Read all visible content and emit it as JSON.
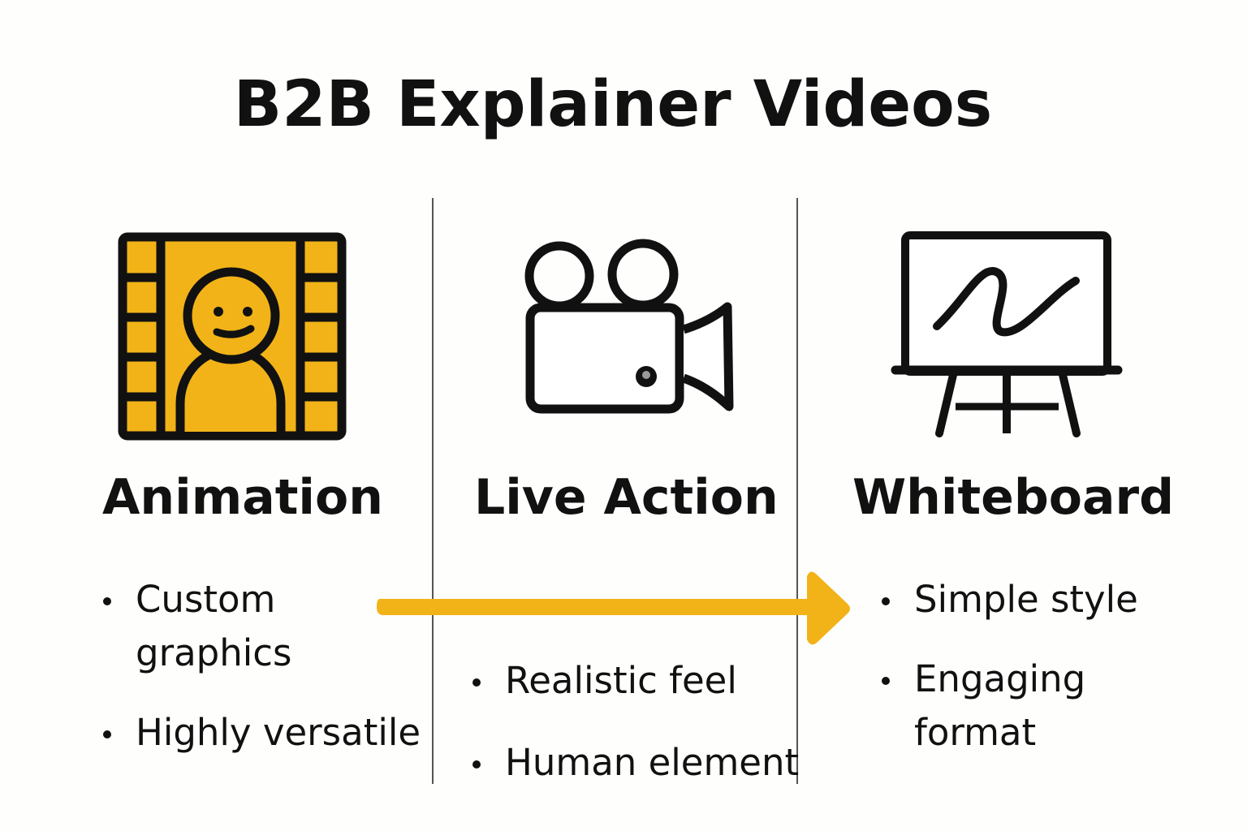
{
  "title": "B2B Explainer Videos",
  "colors": {
    "accent": "#F2B318",
    "ink": "#111111",
    "background": "#FEFEFC",
    "divider": "#555555"
  },
  "columns": [
    {
      "icon": "film-strip-smiley-icon",
      "heading": "Animation",
      "bullets": [
        "Custom graphics",
        "Highly versatile"
      ],
      "bullet_lines": [
        [
          "Custom",
          "graphics"
        ],
        [
          "Highly versatile"
        ]
      ]
    },
    {
      "icon": "video-camera-icon",
      "heading": "Live Action",
      "bullets": [
        "Realistic feel",
        "Human element"
      ],
      "bullet_lines": [
        [
          "Realistic feel"
        ],
        [
          "Human element"
        ]
      ]
    },
    {
      "icon": "whiteboard-easel-icon",
      "heading": "Whiteboard",
      "bullets": [
        "Simple style",
        "Engaging format"
      ],
      "bullet_lines": [
        [
          "Simple style"
        ],
        [
          "Engaging",
          "format"
        ]
      ]
    }
  ],
  "connector": {
    "icon": "arrow-right-icon",
    "from": "Animation",
    "to": "Whiteboard"
  }
}
